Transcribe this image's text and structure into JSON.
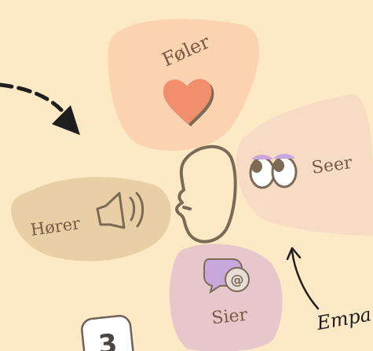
{
  "colors": {
    "background": "#fde9c6",
    "feeling_blob": "#fbd3b1",
    "seeing_blob": "#f6dcc4",
    "hearing_blob": "#e8cfa6",
    "saying_blob": "#e6c7cc",
    "heart": "#f08e6d",
    "speech_bubble": "#c9a6dc",
    "line": "#7b6b55",
    "arrow": "#1e1e1e"
  },
  "petals": {
    "feeling": {
      "label": "Føler",
      "icon": "heart-icon"
    },
    "seeing": {
      "label": "Seer",
      "icon": "eyes-icon"
    },
    "hearing": {
      "label": "Hører",
      "icon": "speaker-icon"
    },
    "saying": {
      "label": "Sier",
      "icon": "speech-bubble-at-icon"
    }
  },
  "center": {
    "icon": "head-profile-icon"
  },
  "annotation": {
    "text": "Empa"
  },
  "badge": {
    "text": "3"
  }
}
